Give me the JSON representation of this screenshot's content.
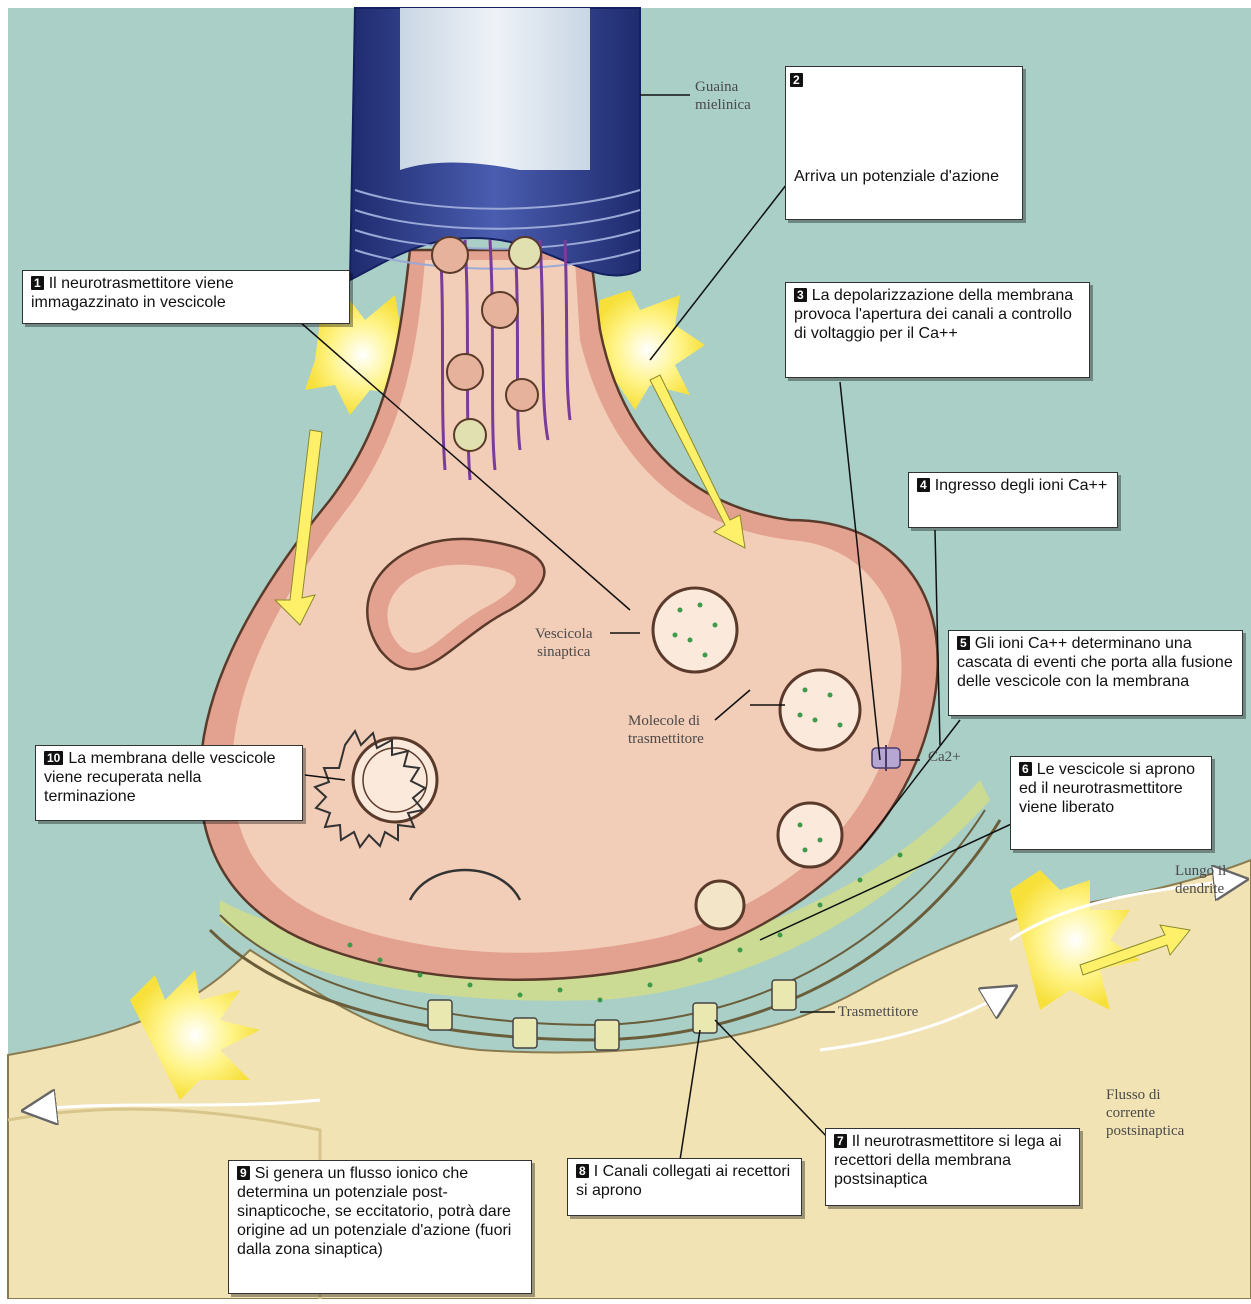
{
  "labels": {
    "guaina": "Guaina\nmielinica",
    "vescicola": "Vescicola\nsinaptica",
    "molecole": "Molecole di\ntrasmettitore",
    "ca": "Ca2+",
    "lungo": "Lungo il\ndendrite",
    "trasmettitore": "Trasmettitore",
    "flusso": "Flusso di\ncorrente\npostsinaptica"
  },
  "steps": [
    {
      "n": "1",
      "text": "Il neurotrasmettitore viene immagazzinato in vescicole"
    },
    {
      "n": "2",
      "text": "Arriva un potenziale d'azione"
    },
    {
      "n": "3",
      "text": "La depolarizzazione della membrana provoca l'apertura dei canali a controllo di voltaggio per il Ca++"
    },
    {
      "n": "4",
      "text": "Ingresso degli ioni Ca++"
    },
    {
      "n": "5",
      "text": "Gli ioni Ca++ determinano una cascata di eventi che porta alla fusione delle vescicole con la membrana"
    },
    {
      "n": "6",
      "text": "Le vescicole si aprono ed il neurotrasmettitore viene liberato"
    },
    {
      "n": "7",
      "text": "Il neurotrasmettitore si lega ai recettori della membrana postsinaptica"
    },
    {
      "n": "8",
      "text": "I Canali collegati ai recettori si aprono"
    },
    {
      "n": "9",
      "text": "Si genera un flusso ionico che determina un potenziale post-sinapticoche, se eccitatorio, potrà dare origine ad un potenziale d'azione (fuori dalla zona sinaptica)"
    },
    {
      "n": "10",
      "text": "La membrana delle vescicole viene recuperata nella terminazione"
    }
  ],
  "colors": {
    "background": "#a9cfc7",
    "terminal_outer": "#e3a18f",
    "terminal_inner": "#f2cdb8",
    "myelin": "#2e3f8a",
    "postsynaptic": "#f1e3b4",
    "cleft": "#cfdc8e",
    "flash": "#fff36a"
  }
}
